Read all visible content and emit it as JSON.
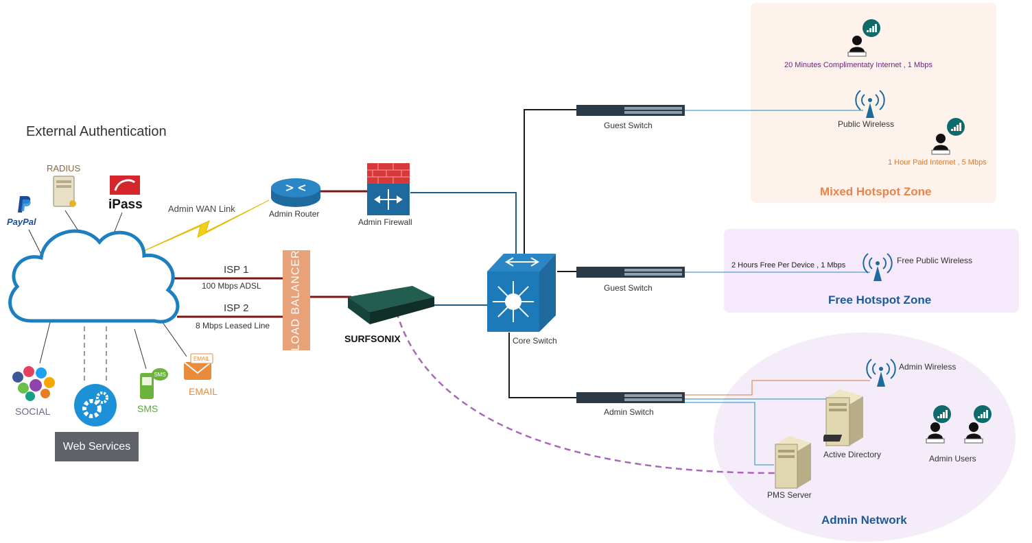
{
  "external_auth": {
    "title": "External Authentication",
    "radius": "RADIUS",
    "ipass": "iPass",
    "paypal": "PayPal",
    "social": "SOCIAL",
    "sms": "SMS",
    "email": "EMAIL",
    "email_badge": "EMAIL",
    "web_services": "Web Services"
  },
  "links": {
    "admin_wan": "Admin WAN Link",
    "isp1_name": "ISP 1",
    "isp1_speed": "100 Mbps ADSL",
    "isp2_name": "ISP 2",
    "isp2_speed": "8 Mbps Leased Line"
  },
  "devices": {
    "load_balancer": "LOAD BALANCER",
    "admin_router": "Admin Router",
    "admin_firewall": "Admin Firewall",
    "surfsonix": "SURFSONIX",
    "core_switch": "Core Switch",
    "guest_switch_1": "Guest Switch",
    "guest_switch_2": "Guest Switch",
    "admin_switch": "Admin Switch"
  },
  "mixed_zone": {
    "title": "Mixed Hotspot Zone",
    "plan1": "20 Minutes Complimentaty Internet , 1 Mbps",
    "wireless": "Public Wireless",
    "plan2": "1 Hour Paid Internet , 5 Mbps"
  },
  "free_zone": {
    "title": "Free Hotspot Zone",
    "plan": "2 Hours Free Per Device , 1 Mbps",
    "wireless": "Free Public Wireless"
  },
  "admin_zone": {
    "title": "Admin Network",
    "wireless": "Admin Wireless",
    "active_directory": "Active Directory",
    "pms_server": "PMS Server",
    "admin_users": "Admin Users"
  },
  "colors": {
    "mixed_zone_bg": "#fdf3ec",
    "mixed_zone_title": "#e8844a",
    "free_zone_bg": "#f6e9fb",
    "free_zone_title": "#1e5a99",
    "admin_zone_bg": "#f4ecf8",
    "admin_zone_title": "#1e5a99",
    "isp_link": "#7a1616",
    "network_link": "#1f5a86",
    "admin_link": "#1a1a1a",
    "pms_link": "#a866b8",
    "plan_purple": "#6a1f7a",
    "plan_orange": "#d7792e",
    "load_balancer": "#e7a27a"
  }
}
